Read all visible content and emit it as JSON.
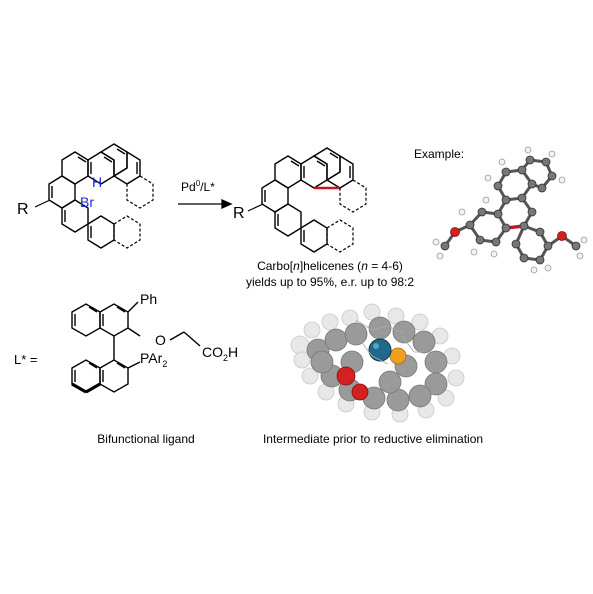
{
  "reaction": {
    "reactant_substituent": "R",
    "h_label": "H",
    "br_label": "Br",
    "conditions": "Pd",
    "conditions_sup": "0",
    "conditions_tail": "/L*",
    "product_substituent": "R",
    "example_label": "Example:"
  },
  "product_caption": {
    "line1_a": "Carbo[",
    "line1_n": "n",
    "line1_b": "]helicenes (",
    "line1_n2": "n",
    "line1_c": " = 4-6)",
    "line2": "yields up to 95%, e.r. up to 98:2"
  },
  "ligand": {
    "label": "L* =",
    "ph": "Ph",
    "o": "O",
    "co2h": "CO",
    "co2h_sub": "2",
    "co2h_tail": "H",
    "par2": "PAr",
    "par2_sub": "2",
    "caption": "Bifunctional ligand"
  },
  "intermediate": {
    "caption": "Intermediate prior to reductive elimination"
  },
  "colors": {
    "bond": "#000000",
    "highlight_bond": "#c0182a",
    "hbr_label": "#1f2bd6",
    "pd_atom": "#1f6a8c",
    "p_atom": "#f0a020",
    "o_atom": "#d42020"
  }
}
